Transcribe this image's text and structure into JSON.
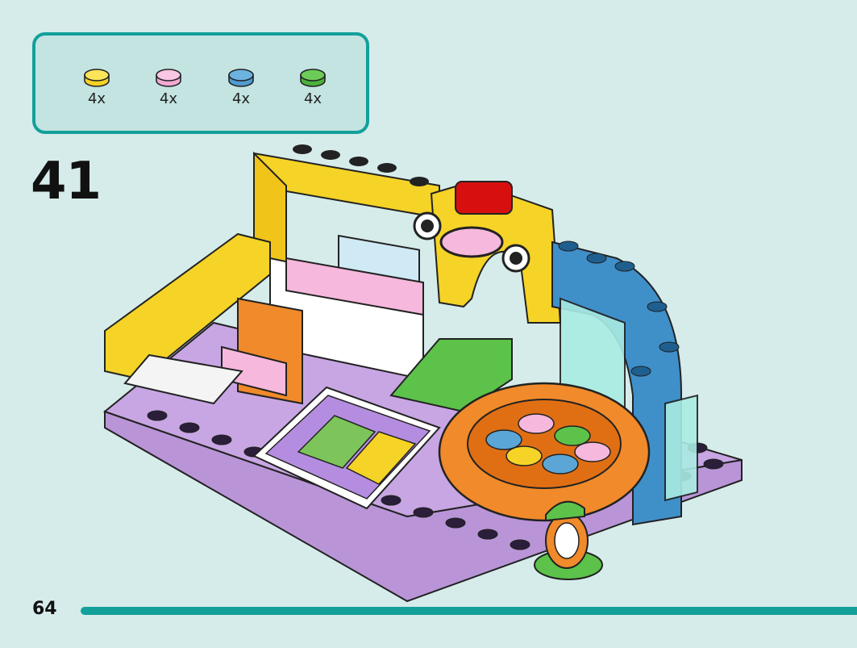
{
  "parts": [
    {
      "icon": "yellow-round-tile-icon",
      "color": "#f5d327",
      "qty": "4x"
    },
    {
      "icon": "pink-round-tile-icon",
      "color": "#f6b8dc",
      "qty": "4x"
    },
    {
      "icon": "blue-round-tile-icon",
      "color": "#5ba6d6",
      "qty": "4x"
    },
    {
      "icon": "green-round-tile-icon",
      "color": "#5cc24a",
      "qty": "4x"
    }
  ],
  "step": "41",
  "page": "64",
  "colors": {
    "accent": "#13a09a",
    "background": "#d6ecea"
  }
}
